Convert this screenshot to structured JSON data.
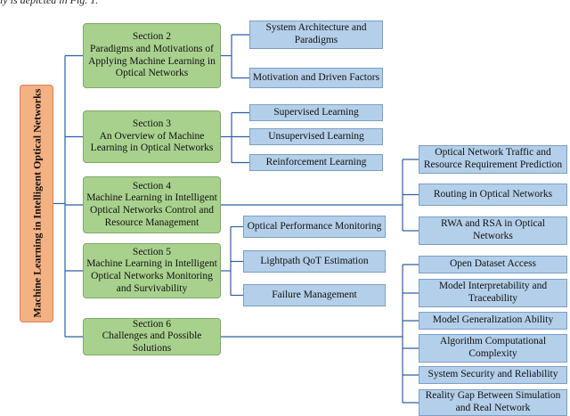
{
  "top_text": "ly is depicted in Fig. 1.",
  "root": {
    "label": "Machine Learning in Intelligent Optical Networks"
  },
  "sections": [
    {
      "label": "Section 2\nParadigms and Motivations of\nApplying Machine Learning in\nOptical Networks",
      "children": [
        "System Architecture and\nParadigms",
        "Motivation and Driven Factors"
      ]
    },
    {
      "label": "Section 3\nAn Overview of Machine\nLearning in Optical Networks",
      "children": [
        "Supervised Learning",
        "Unsupervised Learning",
        "Reinforcement Learning"
      ]
    },
    {
      "label": "Section 4\nMachine Learning in Intelligent\nOptical Networks Control and\nResource Management",
      "children": [
        "Optical Network Traffic and\nResource Requirement Prediction",
        "Routing in Optical Networks",
        "RWA and RSA in Optical\nNetworks"
      ]
    },
    {
      "label": "Section 5\nMachine Learning in Intelligent\nOptical Networks Monitoring\nand Survivability",
      "children": [
        "Optical Performance Monitoring",
        "Lightpath QoT Estimation",
        "Failure Management"
      ]
    },
    {
      "label": "Section 6\nChallenges and Possible\nSolutions",
      "children": [
        "Open Dataset Access",
        "Model Interpretability and\nTraceability",
        "Model Generalization Ability",
        "Algorithm Computational\nComplexity",
        "System Security and Reliability",
        "Reality Gap Between Simulation\nand Real Network"
      ]
    }
  ]
}
